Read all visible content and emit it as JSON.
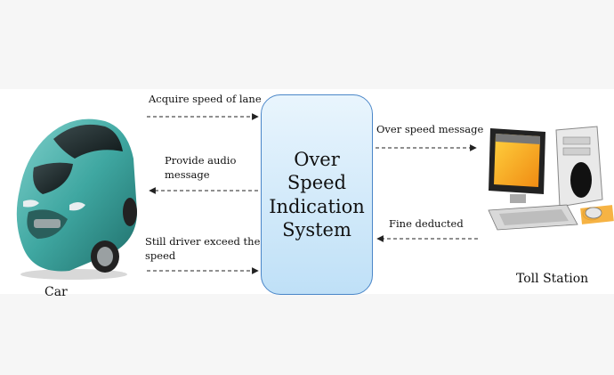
{
  "system": {
    "title": "Over Speed Indication System"
  },
  "entities": {
    "car": {
      "label": "Car",
      "icon": "car-icon",
      "color": "#4fb3ad"
    },
    "toll": {
      "label": "Toll Station",
      "icon": "desktop-computer-icon",
      "screen_color": "#f5a623"
    }
  },
  "flows": {
    "acquire_speed": "Acquire speed of lane",
    "audio_msg_line1": "Provide audio",
    "audio_msg_line2": "message",
    "still_exceed_line1": "Still driver exceed the",
    "still_exceed_line2": "speed",
    "over_speed_msg": "Over speed message",
    "fine_deducted": "Fine deducted"
  },
  "colors": {
    "box_border": "#4a86c8",
    "box_fill_top": "#e9f5fd",
    "box_fill_bottom": "#bfe0f7",
    "arrow": "#222222"
  }
}
